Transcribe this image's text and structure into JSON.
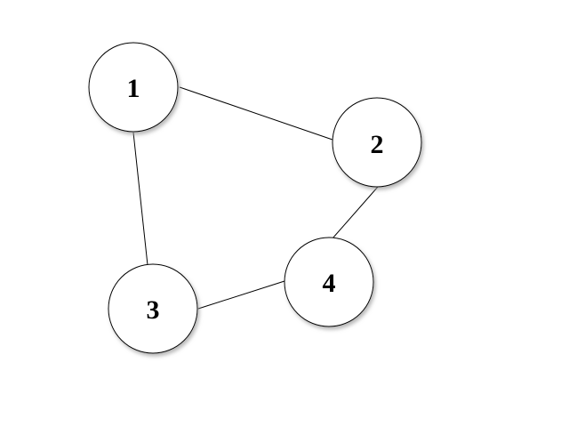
{
  "graph": {
    "nodes": [
      {
        "id": "1",
        "label": "1"
      },
      {
        "id": "2",
        "label": "2"
      },
      {
        "id": "3",
        "label": "3"
      },
      {
        "id": "4",
        "label": "4"
      }
    ],
    "edges": [
      {
        "from": "1",
        "to": "2"
      },
      {
        "from": "1",
        "to": "3"
      },
      {
        "from": "2",
        "to": "4"
      },
      {
        "from": "3",
        "to": "4"
      }
    ]
  },
  "colors": {
    "stroke": "#000000",
    "node_fill": "#ffffff",
    "shadow": "#9a9a9a",
    "background": "#ffffff"
  }
}
